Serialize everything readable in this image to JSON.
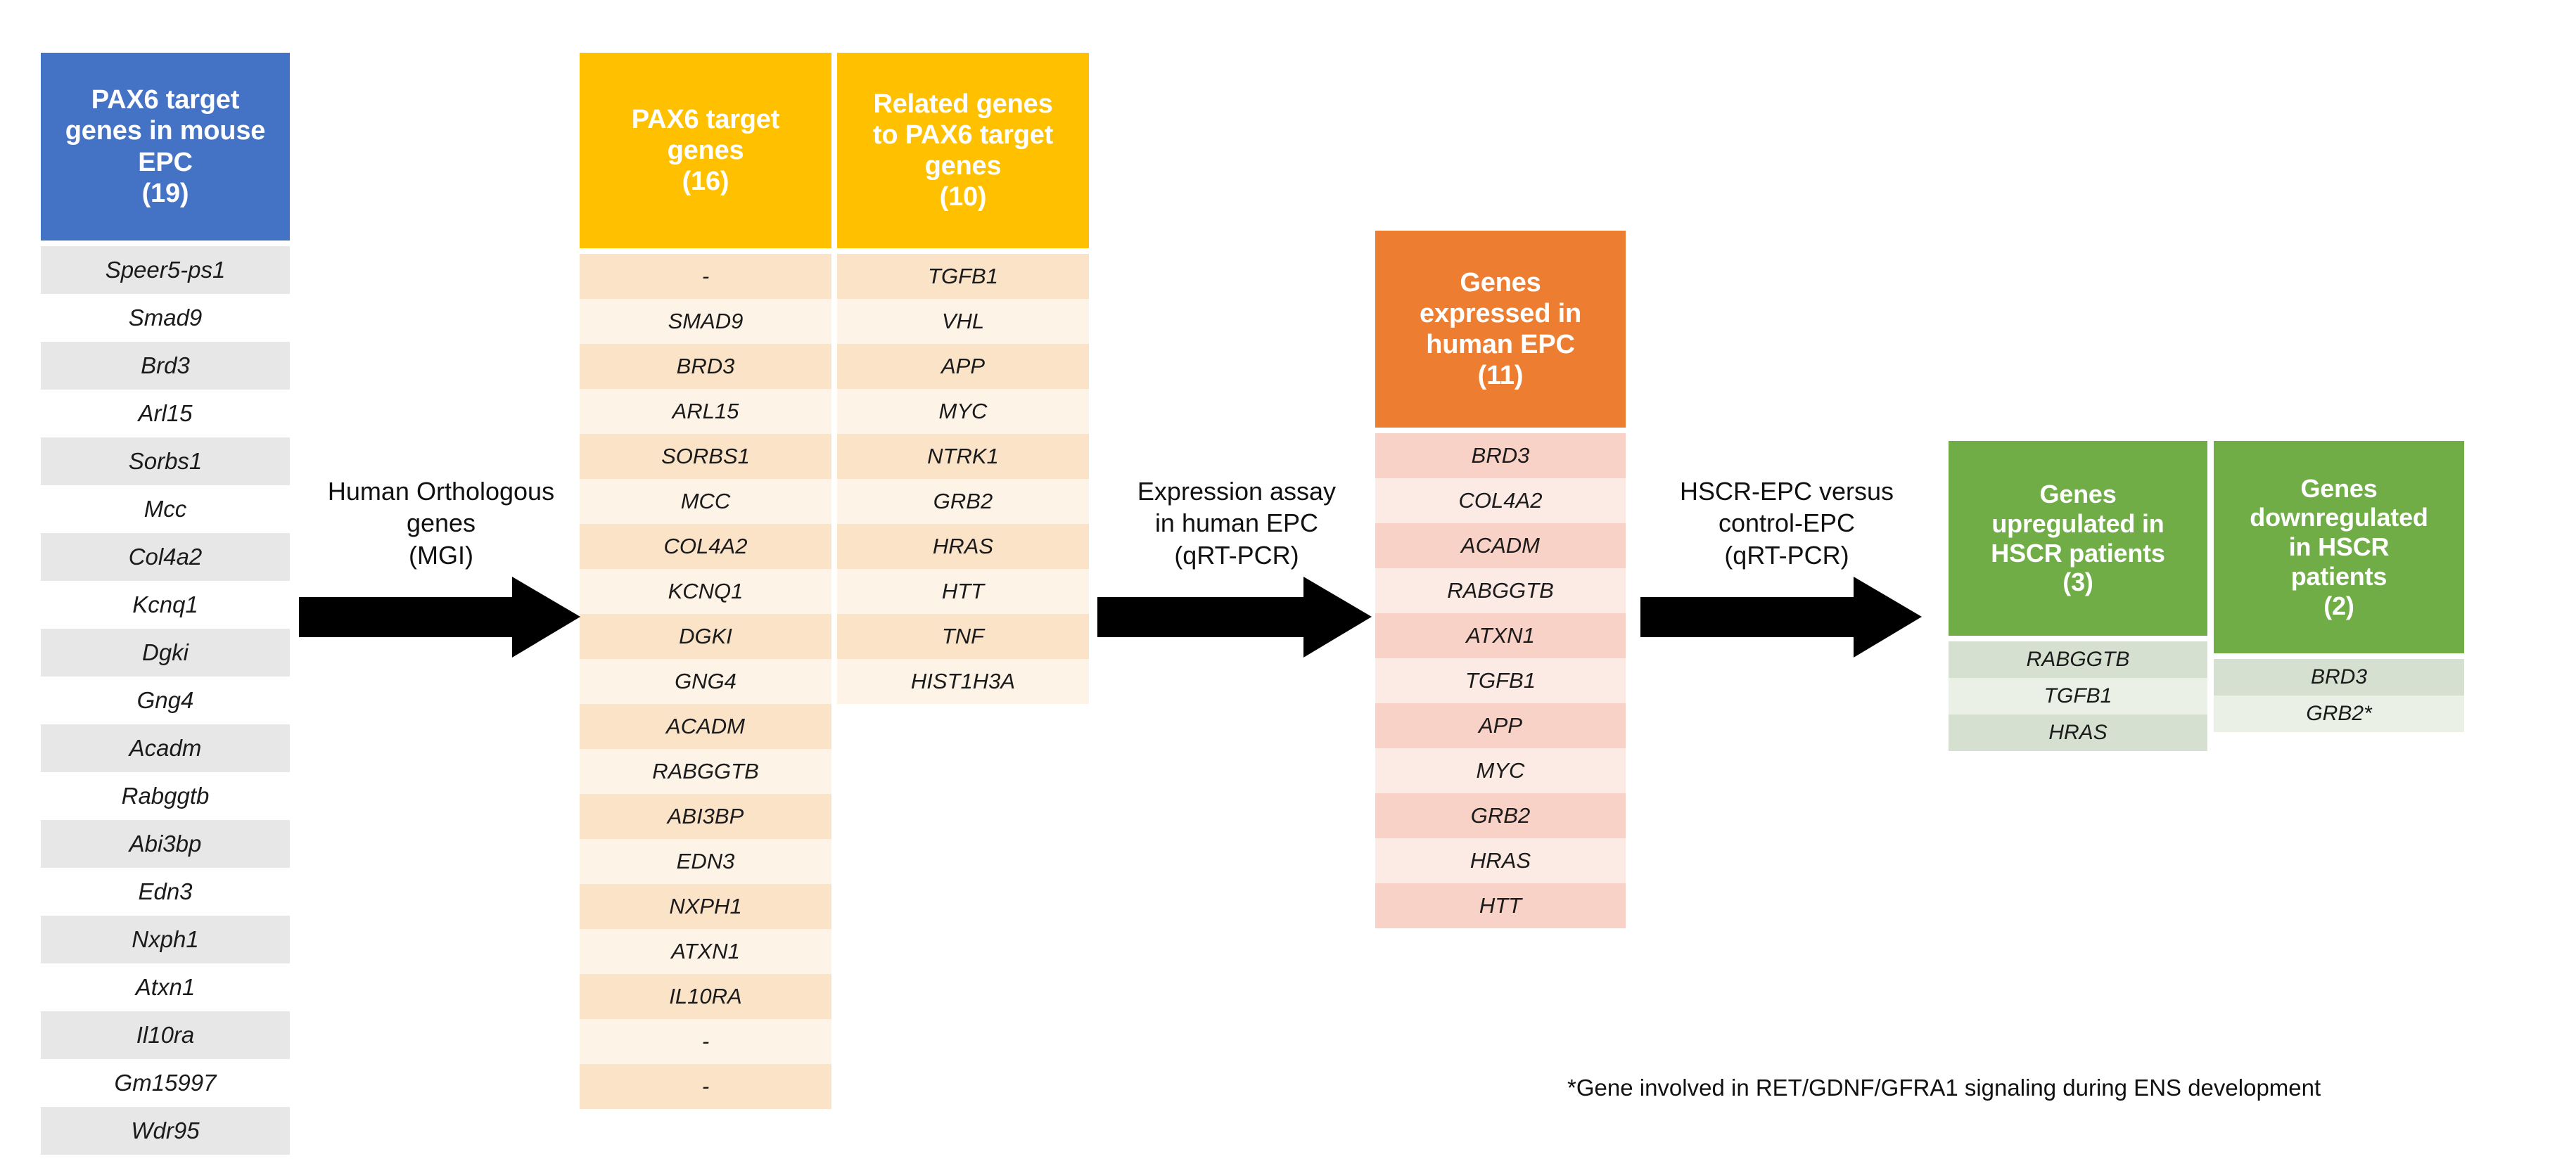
{
  "columns": {
    "mouse": {
      "title": "PAX6 target\ngenes in mouse\nEPC\n(19)",
      "header_color": "#4472C4",
      "genes": [
        "Speer5-ps1",
        "Smad9",
        "Brd3",
        "Arl15",
        "Sorbs1",
        "Mcc",
        "Col4a2",
        "Kcnq1",
        "Dgki",
        "Gng4",
        "Acadm",
        "Rabggtb",
        "Abi3bp",
        "Edn3",
        "Nxph1",
        "Atxn1",
        "Il10ra",
        "Gm15997",
        "Wdr95"
      ]
    },
    "pax6_targets": {
      "title": "PAX6 target\ngenes\n(16)",
      "header_color": "#FFC000",
      "genes": [
        "-",
        "SMAD9",
        "BRD3",
        "ARL15",
        "SORBS1",
        "MCC",
        "COL4A2",
        "KCNQ1",
        "DGKI",
        "GNG4",
        "ACADM",
        "RABGGTB",
        "ABI3BP",
        "EDN3",
        "NXPH1",
        "ATXN1",
        "IL10RA",
        "-",
        "-"
      ]
    },
    "related_genes": {
      "title": "Related genes\nto PAX6 target\ngenes\n(10)",
      "header_color": "#FFC000",
      "genes": [
        "TGFB1",
        "VHL",
        "APP",
        "MYC",
        "NTRK1",
        "GRB2",
        "HRAS",
        "HTT",
        "TNF",
        "HIST1H3A"
      ]
    },
    "human_epc": {
      "title": "Genes\nexpressed in\nhuman EPC\n(11)",
      "header_color": "#ED7D31",
      "genes": [
        "BRD3",
        "COL4A2",
        "ACADM",
        "RABGGTB",
        "ATXN1",
        "TGFB1",
        "APP",
        "MYC",
        "GRB2",
        "HRAS",
        "HTT"
      ]
    },
    "upregulated": {
      "title": "Genes\nupregulated in\nHSCR patients\n(3)",
      "header_color": "#70AD47",
      "genes": [
        "RABGGTB",
        "TGFB1",
        "HRAS"
      ]
    },
    "downregulated": {
      "title": "Genes\ndownregulated\nin HSCR\npatients\n(2)",
      "header_color": "#70AD47",
      "genes": [
        "BRD3",
        "GRB2*"
      ]
    }
  },
  "steps": [
    {
      "label": "Human Orthologous\ngenes\n(MGI)"
    },
    {
      "label": "Expression assay\nin human EPC\n(qRT-PCR)"
    },
    {
      "label": "HSCR-EPC versus\ncontrol-EPC\n(qRT-PCR)"
    }
  ],
  "footnote": "*Gene involved in RET/GDNF/GFRA1 signaling during ENS development"
}
